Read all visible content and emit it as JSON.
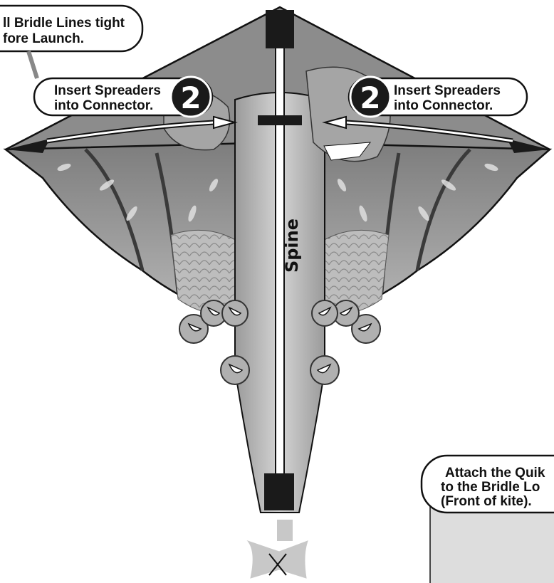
{
  "callouts": {
    "bridle_tight": {
      "line1": "ll Bridle Lines tight",
      "line2": "fore Launch."
    },
    "left_spreader": {
      "line1": "Insert Spreaders",
      "line2": "into Connector.",
      "step": "2"
    },
    "right_spreader": {
      "line1": "Insert Spreaders",
      "line2": "into Connector.",
      "step": "2"
    },
    "attach_quik": {
      "line1": "Attach the Quik",
      "line2": "to the  Bridle Lo",
      "line3": "(Front of kite)."
    }
  },
  "labels": {
    "spine": "Spine"
  },
  "colors": {
    "outline": "#111111",
    "sail_dark": "#6e6e6e",
    "sail_mid": "#9a9a9a",
    "sail_light": "#c9c9c9",
    "spar_black": "#1a1a1a",
    "step_badge": "#1a1a1a",
    "panel_gray": "#dddddd"
  }
}
